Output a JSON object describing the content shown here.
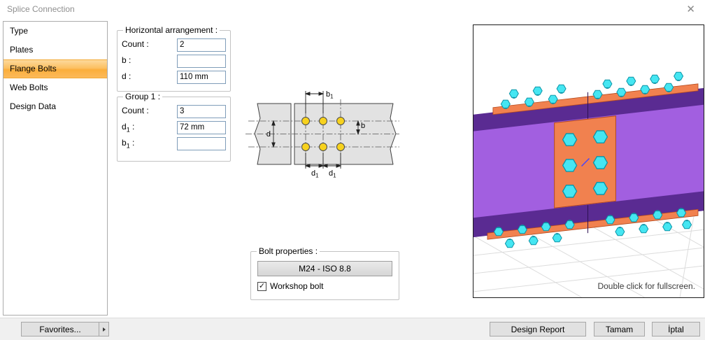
{
  "window": {
    "title": "Splice Connection"
  },
  "icons": {
    "close": "✕",
    "check": "✓"
  },
  "sidebar": {
    "items": [
      {
        "label": "Type",
        "selected": false
      },
      {
        "label": "Plates",
        "selected": false
      },
      {
        "label": "Flange Bolts",
        "selected": true
      },
      {
        "label": "Web Bolts",
        "selected": false
      },
      {
        "label": "Design Data",
        "selected": false
      }
    ]
  },
  "horizontal_arrangement": {
    "title": "Horizontal arrangement :",
    "fields": [
      {
        "label": "Count",
        "sub": "",
        "suffix": " :",
        "value": "2"
      },
      {
        "label": "b",
        "sub": "",
        "suffix": " :",
        "value": ""
      },
      {
        "label": "d",
        "sub": "",
        "suffix": " :",
        "value": "110 mm"
      }
    ]
  },
  "group1": {
    "title": "Group 1 :",
    "fields": [
      {
        "label": "Count",
        "sub": "",
        "suffix": " :",
        "value": "3"
      },
      {
        "label": "d",
        "sub": "1",
        "suffix": " :",
        "value": "72 mm"
      },
      {
        "label": "b",
        "sub": "1",
        "suffix": " :",
        "value": ""
      }
    ]
  },
  "bolt_properties": {
    "title": "Bolt properties :",
    "bolt_spec": "M24 - ISO 8.8",
    "workshop_bolt_label": "Workshop bolt",
    "workshop_bolt_checked": true
  },
  "diagram": {
    "labels": {
      "top": {
        "base": "b",
        "sub": "1"
      },
      "right": {
        "base": "b",
        "sub": ""
      },
      "left": {
        "base": "d",
        "sub": ""
      },
      "bottom_left": {
        "base": "d",
        "sub": "1"
      },
      "bottom_right": {
        "base": "d",
        "sub": "1"
      }
    }
  },
  "viewport": {
    "hint": "Double click for fullscreen."
  },
  "footer": {
    "favorites": "Favorites...",
    "design_report": "Design Report",
    "ok": "Tamam",
    "cancel": "İptal"
  },
  "colors": {
    "selection_orange": "#fbae3c",
    "beam_web_purple": "#a25fe0",
    "beam_flange_purple": "#5a2b92",
    "plate_orange": "#f1814f",
    "bolt_cyan": "#45e6f2",
    "bolt_yellow": "#f7d21e"
  }
}
